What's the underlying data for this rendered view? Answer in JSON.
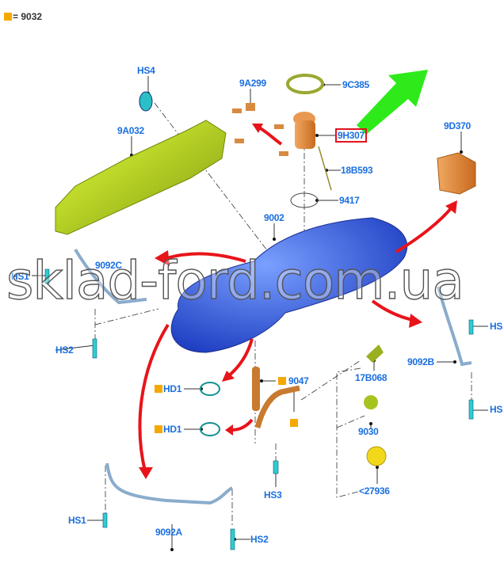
{
  "legend": {
    "symbol_color": "#f5a800",
    "text": "= 9032"
  },
  "watermark": "sklad-ford.com.ua",
  "highlight_color": "#e0141e",
  "labels": {
    "hs4": "HS4",
    "p9a299": "9A299",
    "p9c385": "9C385",
    "p9h307": "9H307",
    "p9a032": "9A032",
    "p18b593": "18B593",
    "p9d370": "9D370",
    "p9417": "9417",
    "p9002": "9002",
    "p9092c": "9092C",
    "hs1_top": "HS1",
    "hs2_left": "HS2",
    "hs_right_top": "HS",
    "p9092b": "9092B",
    "hs_right_bottom": "HS",
    "p9047": "9047",
    "hd1_top": "HD1",
    "hd1_bottom": "HD1",
    "p17b068": "17B068",
    "p9030": "9030",
    "p27936": "<27936",
    "hs3": "HS3",
    "hs1_bottom": "HS1",
    "p9092a": "9092A",
    "hs2_bottom": "HS2"
  }
}
